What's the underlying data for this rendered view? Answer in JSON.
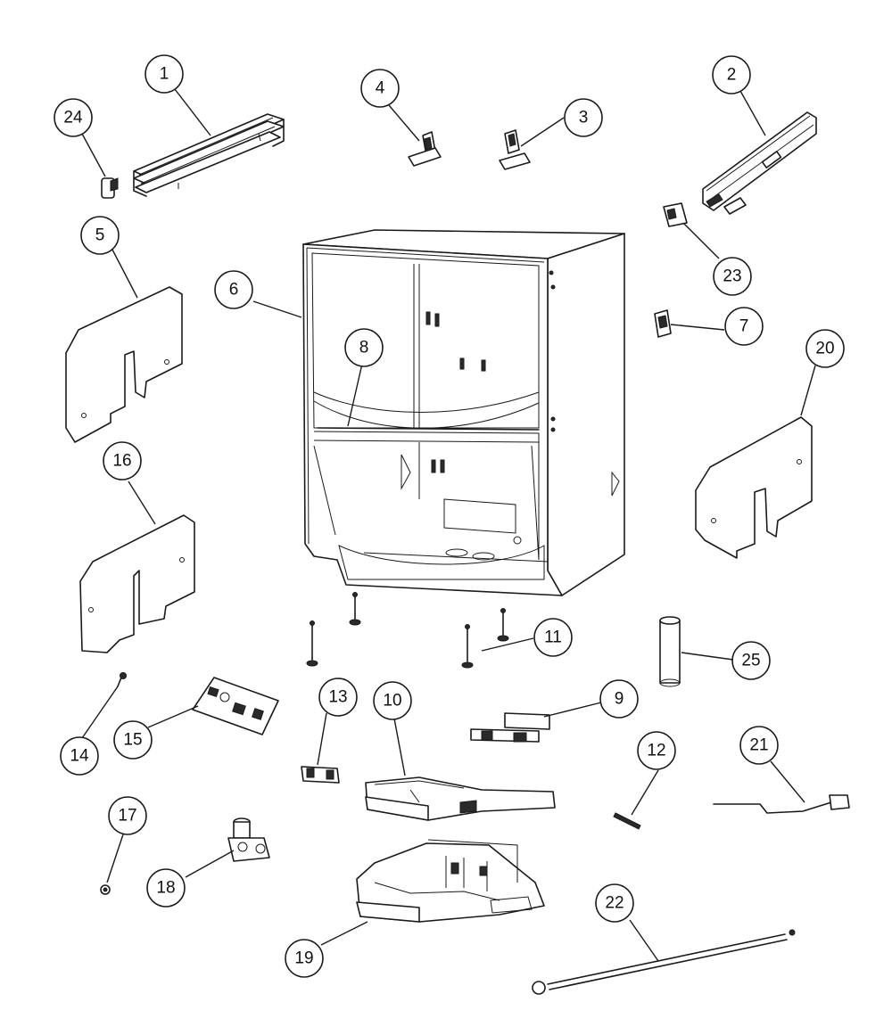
{
  "diagram": {
    "type": "exploded-parts-diagram",
    "callouts": [
      {
        "id": "1",
        "label": "1"
      },
      {
        "id": "2",
        "label": "2"
      },
      {
        "id": "3",
        "label": "3"
      },
      {
        "id": "4",
        "label": "4"
      },
      {
        "id": "5",
        "label": "5"
      },
      {
        "id": "6",
        "label": "6"
      },
      {
        "id": "7",
        "label": "7"
      },
      {
        "id": "8",
        "label": "8"
      },
      {
        "id": "9",
        "label": "9"
      },
      {
        "id": "10",
        "label": "10"
      },
      {
        "id": "11",
        "label": "11"
      },
      {
        "id": "12",
        "label": "12"
      },
      {
        "id": "13",
        "label": "13"
      },
      {
        "id": "14",
        "label": "14"
      },
      {
        "id": "15",
        "label": "15"
      },
      {
        "id": "16",
        "label": "16"
      },
      {
        "id": "17",
        "label": "17"
      },
      {
        "id": "18",
        "label": "18"
      },
      {
        "id": "19",
        "label": "19"
      },
      {
        "id": "20",
        "label": "20"
      },
      {
        "id": "21",
        "label": "21"
      },
      {
        "id": "22",
        "label": "22"
      },
      {
        "id": "23",
        "label": "23"
      },
      {
        "id": "24",
        "label": "24"
      },
      {
        "id": "25",
        "label": "25"
      }
    ]
  }
}
